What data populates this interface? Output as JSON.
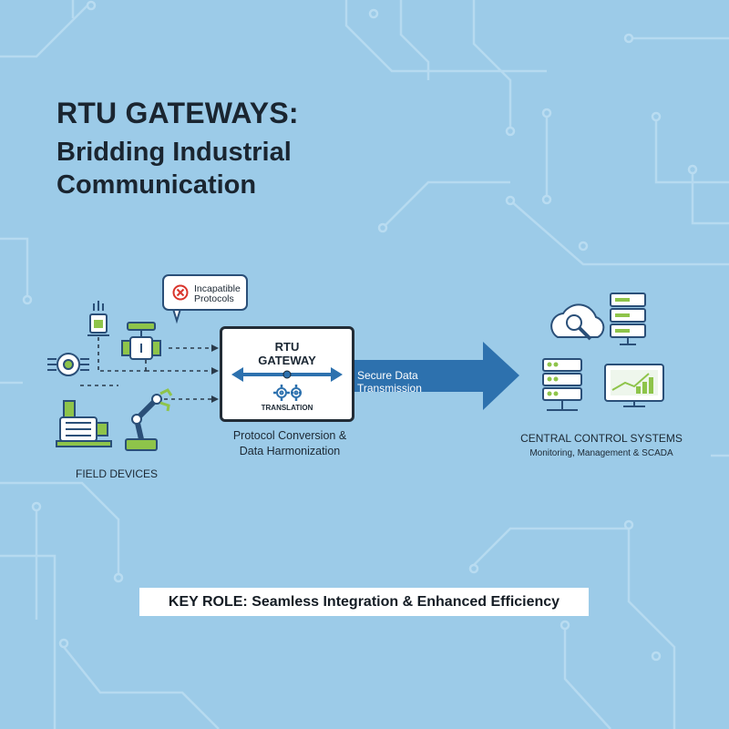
{
  "title": {
    "line1": "RTU GATEWAYS:",
    "line2": "Bridding Industrial",
    "line3": "Communication"
  },
  "callout": {
    "text_line1": "Incapatible",
    "text_line2": "Protocols",
    "icon": "error-x-icon"
  },
  "field_devices": {
    "label": "FIELD DEVICES",
    "icons": [
      "sensor-icon",
      "pipe-valve-icon",
      "flow-meter-icon",
      "pump-motor-icon",
      "robotic-arm-icon"
    ]
  },
  "gateway": {
    "title_line1": "RTU",
    "title_line2": "GATEWAY",
    "translation": "TRANSLATION",
    "caption_line1": "Protocol Conversion &",
    "caption_line2": "Data Harmonization",
    "icons": [
      "bidirectional-arrow-icon",
      "gears-icon"
    ]
  },
  "transmission": {
    "label": "Secure Data Transmission"
  },
  "central": {
    "label": "CENTRAL CONTROL SYSTEMS",
    "sublabel": "Monitoring, Management & SCADA",
    "icons": [
      "cloud-search-icon",
      "server-rack-icon",
      "network-server-icon",
      "monitor-chart-icon"
    ]
  },
  "key_role": {
    "text": "KEY ROLE: Seamless Integration & Enhanced Efficiency"
  },
  "colors": {
    "background": "#9ccbe8",
    "circuit_lines": "#b9dcf1",
    "accent_blue": "#2e6fa8",
    "accent_green": "#8ec44a",
    "outline_dark": "#2a4f78",
    "error_red": "#d9342b"
  }
}
